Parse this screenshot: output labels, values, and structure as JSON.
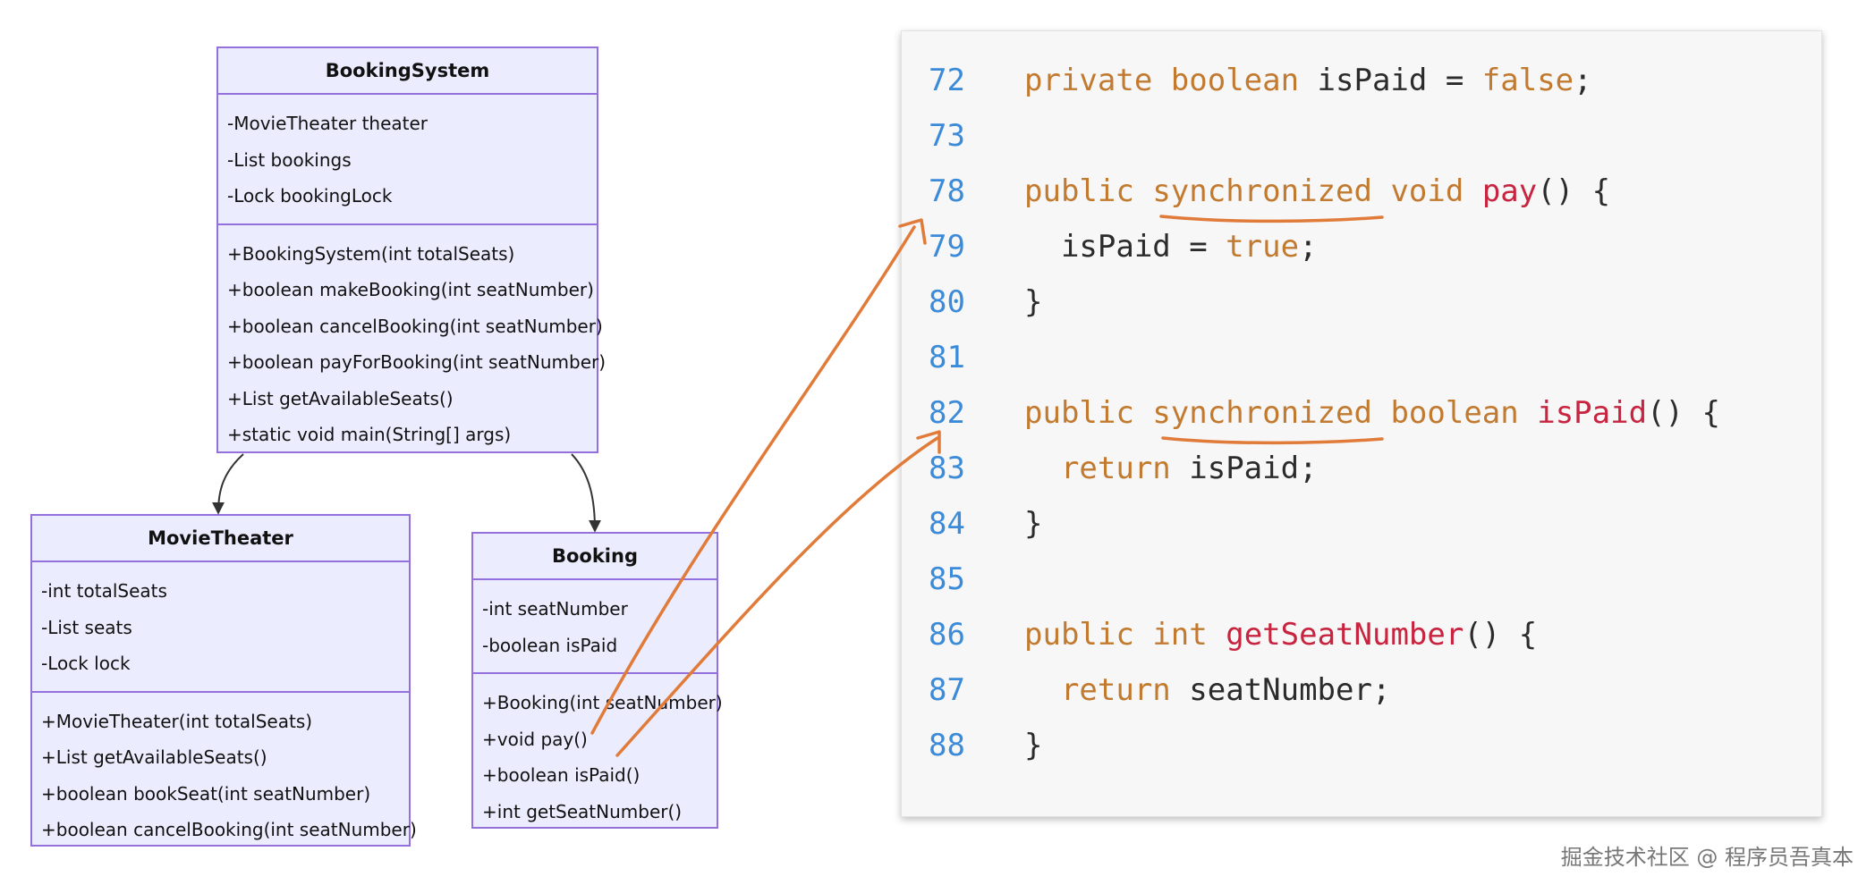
{
  "classes": {
    "booking_system": {
      "name": "BookingSystem",
      "attributes": [
        "-MovieTheater theater",
        "-List bookings",
        "-Lock bookingLock"
      ],
      "methods": [
        "+BookingSystem(int totalSeats)",
        "+boolean makeBooking(int seatNumber)",
        "+boolean cancelBooking(int seatNumber)",
        "+boolean payForBooking(int seatNumber)",
        "+List getAvailableSeats()",
        "+static void main(String[] args)"
      ]
    },
    "movie_theater": {
      "name": "MovieTheater",
      "attributes": [
        "-int totalSeats",
        "-List seats",
        "-Lock lock"
      ],
      "methods": [
        "+MovieTheater(int totalSeats)",
        "+List getAvailableSeats()",
        "+boolean bookSeat(int seatNumber)",
        "+boolean cancelBooking(int seatNumber)"
      ]
    },
    "booking": {
      "name": "Booking",
      "attributes": [
        "-int seatNumber",
        "-boolean isPaid"
      ],
      "methods": [
        "+Booking(int seatNumber)",
        "+void pay()",
        "+boolean isPaid()",
        "+int getSeatNumber()"
      ]
    }
  },
  "code": {
    "lines": [
      {
        "num": "72",
        "tokens": [
          [
            "k",
            "private"
          ],
          [
            "t",
            " "
          ],
          [
            "k",
            "boolean"
          ],
          [
            "t",
            " isPaid = "
          ],
          [
            "k",
            "false"
          ],
          [
            "t",
            ";"
          ]
        ]
      },
      {
        "num": "73",
        "tokens": []
      },
      {
        "num": "78",
        "tokens": [
          [
            "k",
            "public"
          ],
          [
            "t",
            " "
          ],
          [
            "k",
            "synchronized"
          ],
          [
            "t",
            " "
          ],
          [
            "k",
            "void"
          ],
          [
            "t",
            " "
          ],
          [
            "f",
            "pay"
          ],
          [
            "t",
            "() {"
          ]
        ]
      },
      {
        "num": "79",
        "tokens": [
          [
            "t",
            "  isPaid = "
          ],
          [
            "k",
            "true"
          ],
          [
            "t",
            ";"
          ]
        ]
      },
      {
        "num": "80",
        "tokens": [
          [
            "t",
            "}"
          ]
        ]
      },
      {
        "num": "81",
        "tokens": []
      },
      {
        "num": "82",
        "tokens": [
          [
            "k",
            "public"
          ],
          [
            "t",
            " "
          ],
          [
            "k",
            "synchronized"
          ],
          [
            "t",
            " "
          ],
          [
            "k",
            "boolean"
          ],
          [
            "t",
            " "
          ],
          [
            "f",
            "isPaid"
          ],
          [
            "t",
            "() {"
          ]
        ]
      },
      {
        "num": "83",
        "tokens": [
          [
            "t",
            "  "
          ],
          [
            "k",
            "return"
          ],
          [
            "t",
            " isPaid;"
          ]
        ]
      },
      {
        "num": "84",
        "tokens": [
          [
            "t",
            "}"
          ]
        ]
      },
      {
        "num": "85",
        "tokens": []
      },
      {
        "num": "86",
        "tokens": [
          [
            "k",
            "public"
          ],
          [
            "t",
            " "
          ],
          [
            "k",
            "int"
          ],
          [
            "t",
            " "
          ],
          [
            "f",
            "getSeatNumber"
          ],
          [
            "t",
            "() {"
          ]
        ]
      },
      {
        "num": "87",
        "tokens": [
          [
            "t",
            "  "
          ],
          [
            "k",
            "return"
          ],
          [
            "t",
            " seatNumber;"
          ]
        ]
      },
      {
        "num": "88",
        "tokens": [
          [
            "t",
            "}"
          ]
        ]
      }
    ]
  },
  "colors": {
    "uml_fill": "#ECECFF",
    "uml_border": "#9370DB",
    "line_number": "#3b8bd9",
    "keyword": "#c27a30",
    "function": "#c8233f",
    "annotation": "#e07b39"
  },
  "watermark": "掘金技术社区 @ 程序员吾真本"
}
